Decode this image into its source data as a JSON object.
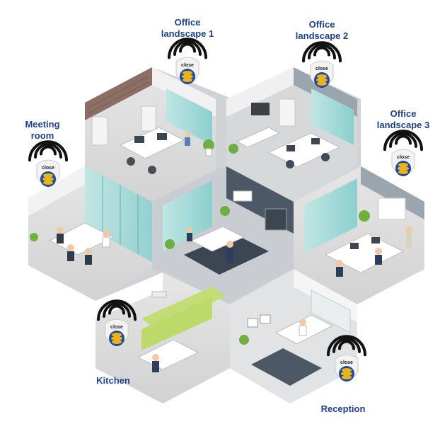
{
  "colors": {
    "label": "#1d3f8f",
    "sensor_ring": "#1f4aa0",
    "sensor_gold": "#e9b21f",
    "floor": "#dcdcdc",
    "wall_light": "#eeeeee",
    "glass": "#9fd6d6",
    "dark_floor": "#505a66",
    "kitchen_green": "#bcd96a",
    "wifi": "#111111"
  },
  "labels": {
    "office1": [
      "Office",
      "landscape 1"
    ],
    "office2": [
      "Office",
      "landscape 2"
    ],
    "office3": [
      "Office",
      "landscape 3"
    ],
    "meeting": [
      "Meeting",
      "room"
    ],
    "kitchen": "Kitchen",
    "reception": "Reception"
  },
  "sensor_text": "close",
  "sensors": [
    {
      "id": "office1",
      "icon": "wifi-sensor-icon"
    },
    {
      "id": "office2",
      "icon": "wifi-sensor-icon"
    },
    {
      "id": "office3",
      "icon": "wifi-sensor-icon"
    },
    {
      "id": "meeting",
      "icon": "wifi-sensor-icon"
    },
    {
      "id": "kitchen",
      "icon": "wifi-sensor-icon"
    },
    {
      "id": "reception",
      "icon": "wifi-sensor-icon"
    }
  ]
}
